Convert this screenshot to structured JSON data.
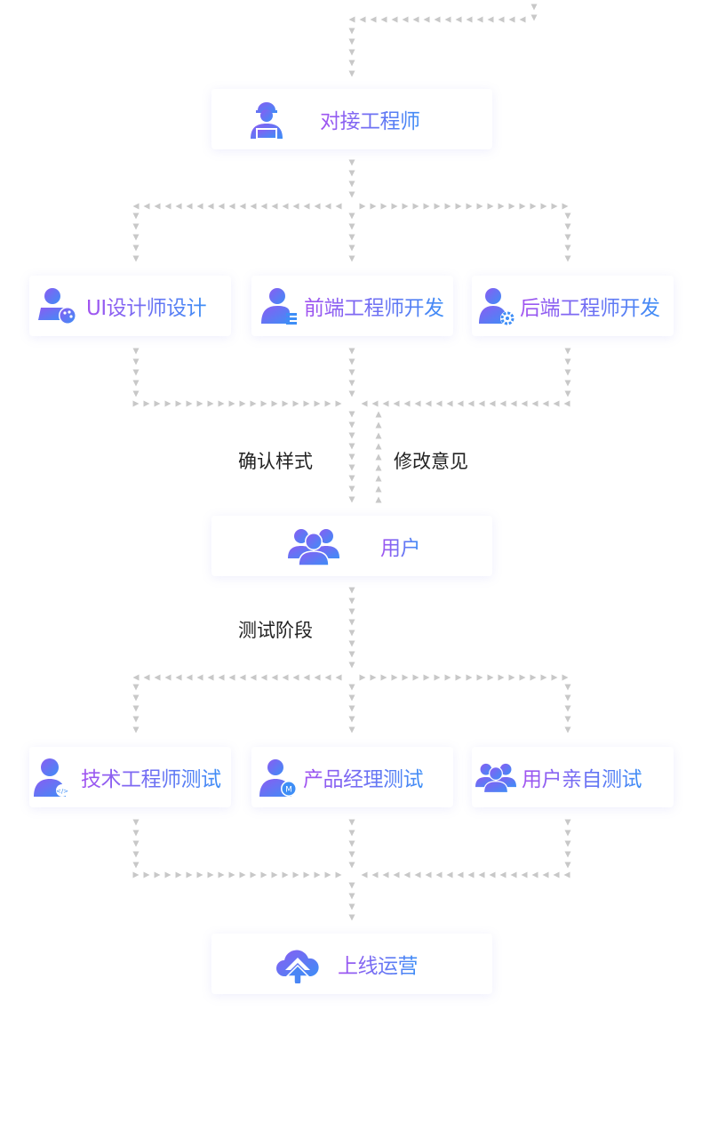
{
  "nodes": {
    "liaison": "对接工程师",
    "ui_designer": "UI设计师设计",
    "frontend": "前端工程师开发",
    "backend": "后端工程师开发",
    "user": "用户",
    "tech_test": "技术工程师测试",
    "pm_test": "产品经理测试",
    "user_test": "用户亲自测试",
    "launch": "上线运营"
  },
  "edge_labels": {
    "confirm_style": "确认样式",
    "feedback": "修改意见",
    "test_phase": "测试阶段"
  },
  "colors": {
    "gradient_start": "#a353f0",
    "gradient_end": "#3e8ef6",
    "arrow": "#c8c8c8"
  }
}
